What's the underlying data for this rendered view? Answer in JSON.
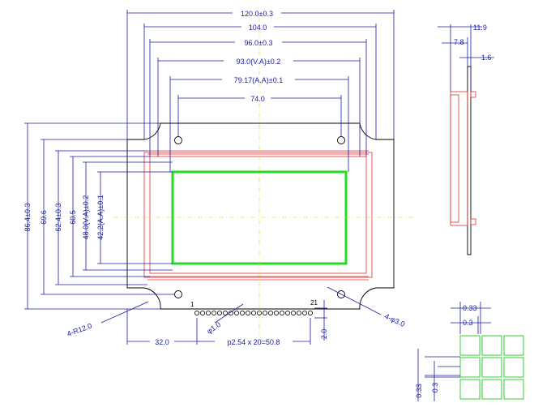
{
  "dimensions": {
    "width_total": "120.0±0.3",
    "width_pcb": "104.0",
    "width_bezel": "96.0±0.3",
    "width_va": "93.0(V.A)±0.2",
    "width_aa": "79.17(A.A)±0.1",
    "hole_pitch_x": "74.0",
    "height_total": "86.4±0.3",
    "height_pcb": "69.6",
    "height_bezel": "62.4±0.3",
    "height_inner": "60.5",
    "height_va": "48.0(V.A)±0.2",
    "height_aa": "42.2(A.A)±0.1",
    "corner_radius": "4-R12.0",
    "hole_diameter": "4-φ3.0",
    "pin_diameter": "φ1.0",
    "pin_offset_x": "32.0",
    "pin_pitch": "p2.54  x  20=50.8",
    "pin_height": "2.0",
    "pin_first": "1",
    "pin_last": "21"
  },
  "side_view": {
    "thickness_total": "11.9",
    "thickness_module": "7.8",
    "thickness_pcb": "1.6"
  },
  "pixel_detail": {
    "dot_width": "0.33",
    "dot_gap_width": "0.3",
    "dot_height": "0.33",
    "dot_gap_height": "0.3"
  }
}
